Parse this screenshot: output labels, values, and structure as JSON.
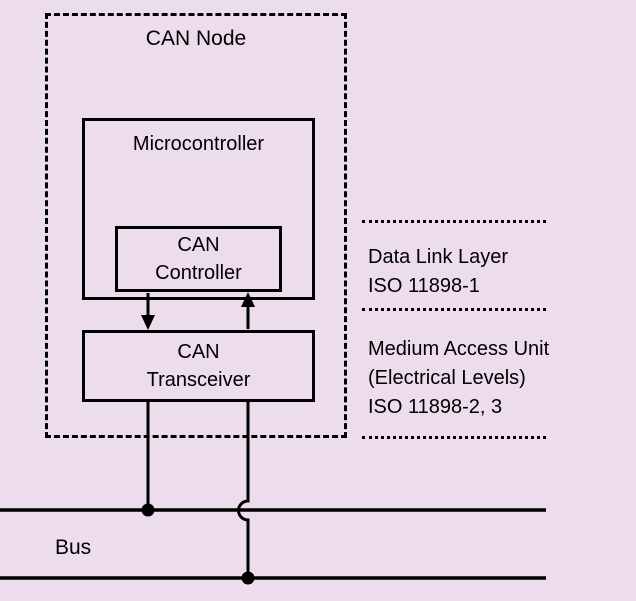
{
  "colors": {
    "background": "#ecdcec",
    "line": "#000000",
    "text": "#000000"
  },
  "can_node": {
    "title": "CAN Node",
    "microcontroller_label": "Microcontroller",
    "can_controller_label": "CAN\nController",
    "can_transceiver_label": "CAN\nTransceiver"
  },
  "layer_annotations": {
    "data_link_layer": "Data Link Layer\nISO 11898-1",
    "medium_access_unit": "Medium Access Unit\n(Electrical Levels)\nISO 11898-2, 3"
  },
  "bus": {
    "label": "Bus"
  }
}
